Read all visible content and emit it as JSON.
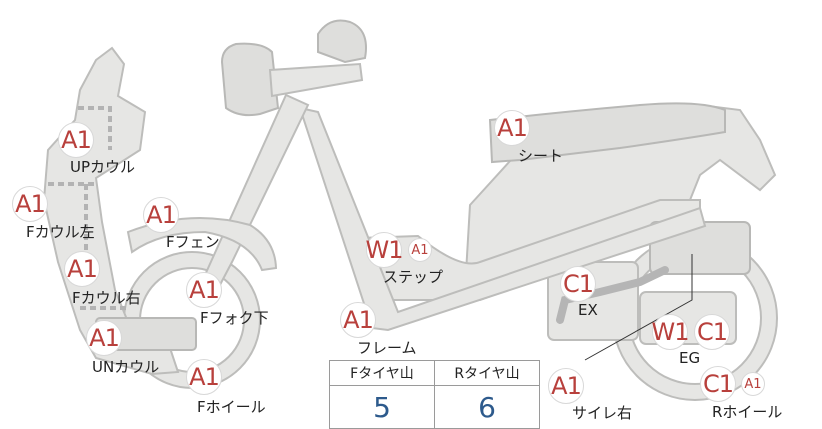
{
  "labels": {
    "up_cowl": "UPカウル",
    "f_cowl_left": "Fカウル左",
    "f_cowl_right": "Fカウル右",
    "un_cowl": "UNカウル",
    "f_fender": "Fフェン",
    "f_fork_lower": "Fフォク下",
    "f_wheel": "Fホイール",
    "step": "ステップ",
    "frame": "フレーム",
    "seat": "シート",
    "ex": "EX",
    "eg": "EG",
    "r_wheel": "Rホイール",
    "muffler_right": "サイレ右"
  },
  "badges": {
    "up_cowl": "A1",
    "f_cowl_left": "A1",
    "f_cowl_right": "A1",
    "un_cowl": "A1",
    "f_fender": "A1",
    "f_fork_lower": "A1",
    "f_wheel": "A1",
    "step_main": "W1",
    "step_sub": "A1",
    "frame": "A1",
    "seat": "A1",
    "ex": "C1",
    "eg_1": "W1",
    "eg_2": "C1",
    "r_wheel_main": "C1",
    "r_wheel_sub": "A1",
    "muffler_right": "A1"
  },
  "tire_table": {
    "front_header": "Fタイヤ山",
    "rear_header": "Rタイヤ山",
    "front_value": "5",
    "rear_value": "6"
  },
  "colors": {
    "badge_text": "#b8403c",
    "tire_value": "#2d5a8c",
    "part_fill": "#e6e6e4"
  }
}
